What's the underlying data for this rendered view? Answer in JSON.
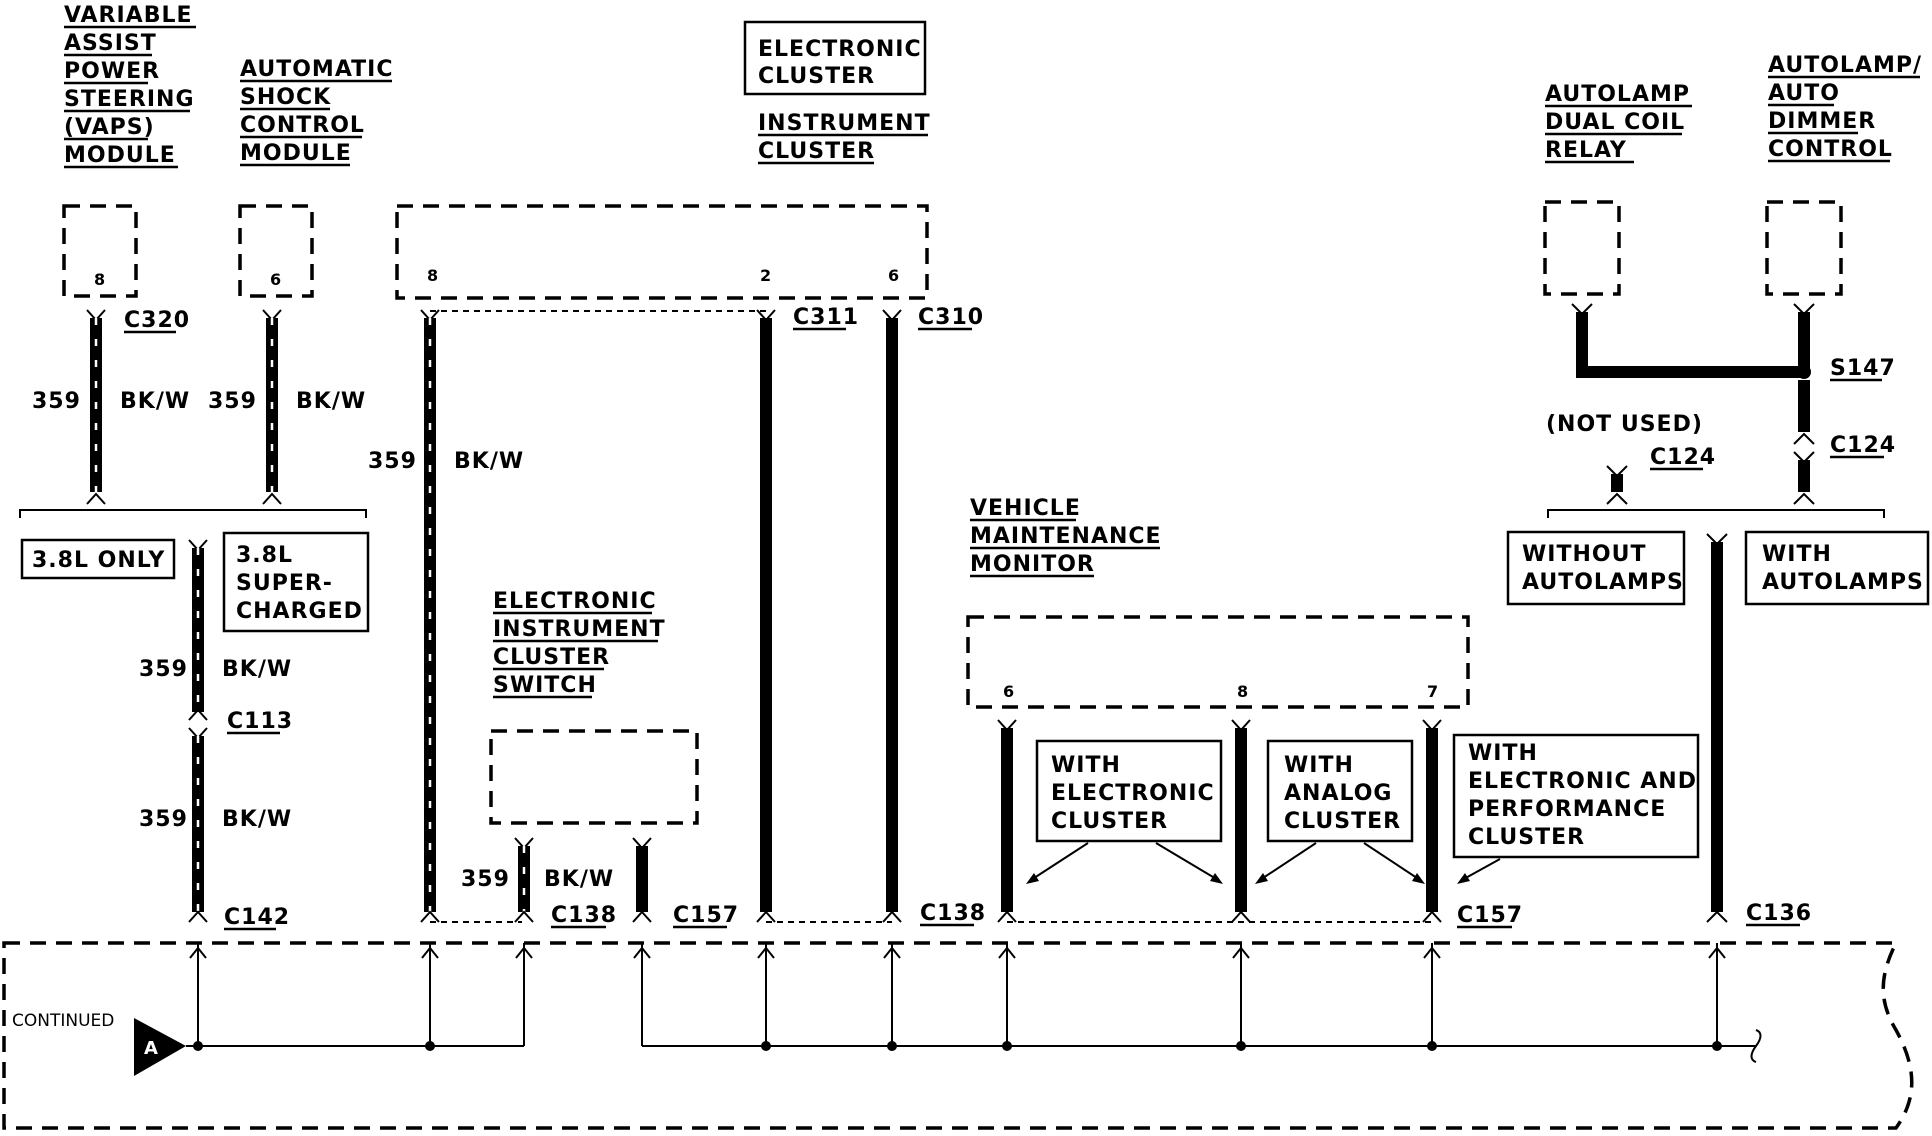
{
  "components": {
    "vaps": [
      "VARIABLE",
      "ASSIST",
      "POWER",
      "STEERING",
      "(VAPS)",
      "MODULE"
    ],
    "shock": [
      "AUTOMATIC",
      "SHOCK",
      "CONTROL",
      "MODULE"
    ],
    "electronic_cluster": [
      "ELECTRONIC",
      "CLUSTER"
    ],
    "instrument_cluster": [
      "INSTRUMENT",
      "CLUSTER"
    ],
    "autolamp_relay": [
      "AUTOLAMP",
      "DUAL COIL",
      "RELAY"
    ],
    "autolamp_dimmer": [
      "AUTOLAMP/",
      "AUTO",
      "DIMMER",
      "CONTROL"
    ],
    "vmm": [
      "VEHICLE",
      "MAINTENANCE",
      "MONITOR"
    ],
    "ic_switch": [
      "ELECTRONIC",
      "INSTRUMENT",
      "CLUSTER",
      "SWITCH"
    ]
  },
  "pins": {
    "vaps": "8",
    "shock": "6",
    "ic_left": "8",
    "ic_mid": "2",
    "ic_right": "6",
    "vmm_left": "6",
    "vmm_mid": "8",
    "vmm_right": "7"
  },
  "connectors": {
    "c320": "C320",
    "c311": "C311",
    "c310": "C310",
    "s147": "S147",
    "c124_right": "C124",
    "c124_left": "C124",
    "c113": "C113",
    "c142": "C142",
    "c138_a": "C138",
    "c157_a": "C157",
    "c138_b": "C138",
    "c157_b": "C157",
    "c136": "C136"
  },
  "wires": {
    "vaps_circuit": "359",
    "vaps_color": "BK/W",
    "shock_circuit": "359",
    "shock_color": "BK/W",
    "ic_circuit": "359",
    "ic_color": "BK/W",
    "upper_circuit": "359",
    "upper_color": "BK/W",
    "lower_circuit": "359",
    "lower_color": "BK/W",
    "switch_circuit": "359",
    "switch_color": "BK/W"
  },
  "notes": {
    "not_used": "(NOT USED)",
    "only_38": "3.8L ONLY",
    "supercharged": [
      "3.8L",
      "SUPER-",
      "CHARGED"
    ],
    "without_autolamps": [
      "WITHOUT",
      "AUTOLAMPS"
    ],
    "with_autolamps": [
      "WITH",
      "AUTOLAMPS"
    ],
    "with_electronic": [
      "WITH",
      "ELECTRONIC",
      "CLUSTER"
    ],
    "with_analog": [
      "WITH",
      "ANALOG",
      "CLUSTER"
    ],
    "with_elec_perf": [
      "WITH",
      "ELECTRONIC AND",
      "PERFORMANCE",
      "CLUSTER"
    ],
    "continued": "CONTINUED",
    "marker": "A"
  }
}
